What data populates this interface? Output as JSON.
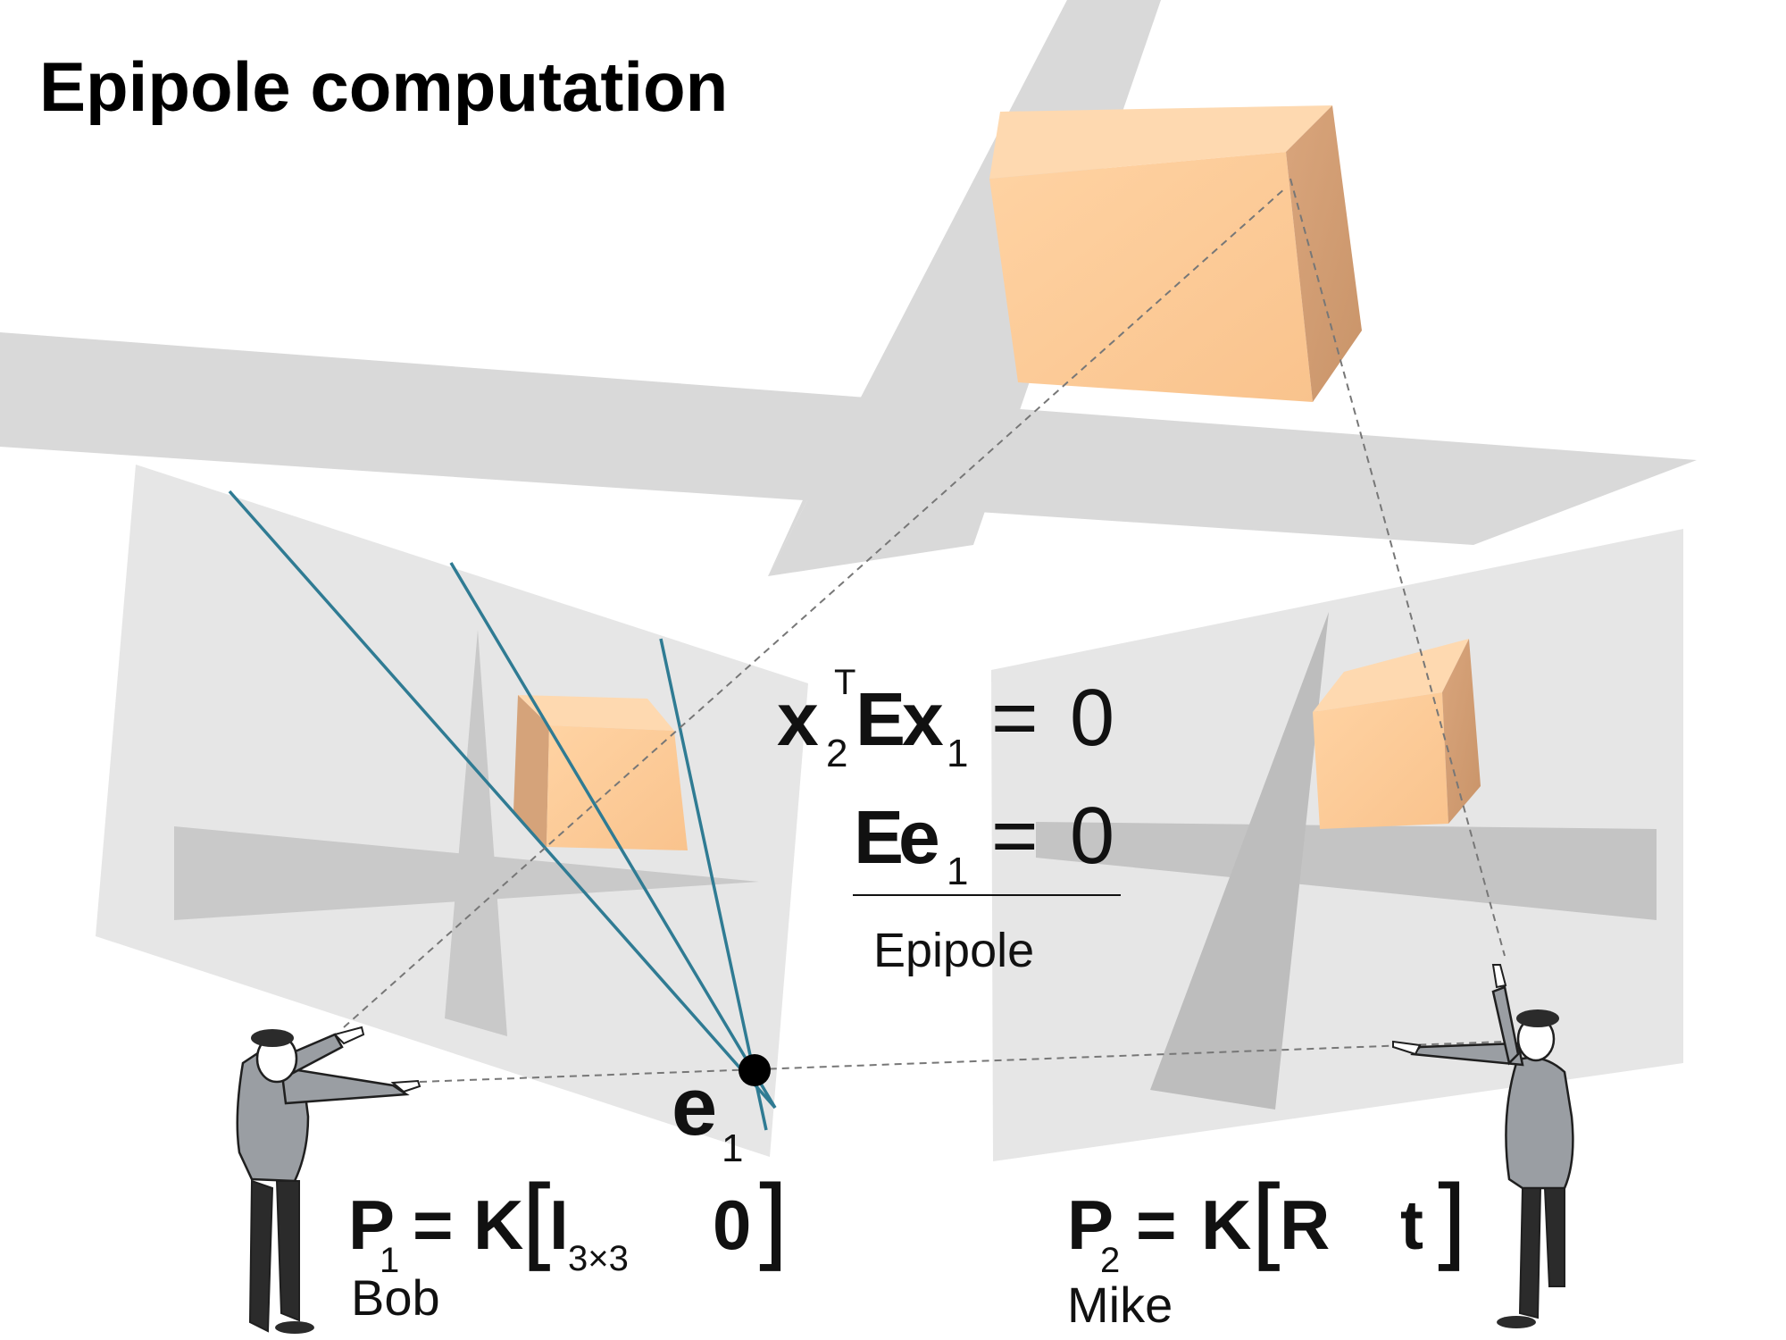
{
  "title": "Epipole computation",
  "equations": {
    "constraint": {
      "x2": "x",
      "x2_sup": "T",
      "x2_sub": "2",
      "E": "E",
      "x1": "x",
      "x1_sub": "1",
      "equals": "=",
      "zero": "0"
    },
    "epipole_eq": {
      "E": "E",
      "e": "e",
      "e_sub": "1",
      "equals": "=",
      "zero": "0"
    },
    "epipole_caption": "Epipole"
  },
  "epipole_label": {
    "main": "e",
    "sub": "1"
  },
  "camera1": {
    "P": "P",
    "P_sub": "1",
    "equals": "=",
    "K": "K",
    "open_bracket": "[",
    "I": "I",
    "I_sub": "3×3",
    "zero": "0",
    "close_bracket": "]",
    "name": "Bob"
  },
  "camera2": {
    "P": "P",
    "P_sub": "2",
    "equals": "=",
    "K": "K",
    "open_bracket": "[",
    "R": "R",
    "t": "t",
    "close_bracket": "]",
    "name": "Mike"
  },
  "colors": {
    "ground_shadow": "#d9d9d9",
    "image_plane": "#e6e6e6",
    "plane_shadow": "#bdbdbd",
    "box_front": "#fdca96",
    "box_top": "#fed9b0",
    "box_side": "#d5a37a",
    "epipolar_line": "#2f7b93",
    "ray": "#777777",
    "figure_body": "#9a9ea3",
    "figure_dark": "#2b2b2b"
  },
  "icons": [
    "box-3d-icon",
    "person-pointing-icon",
    "epipole-point-icon"
  ]
}
